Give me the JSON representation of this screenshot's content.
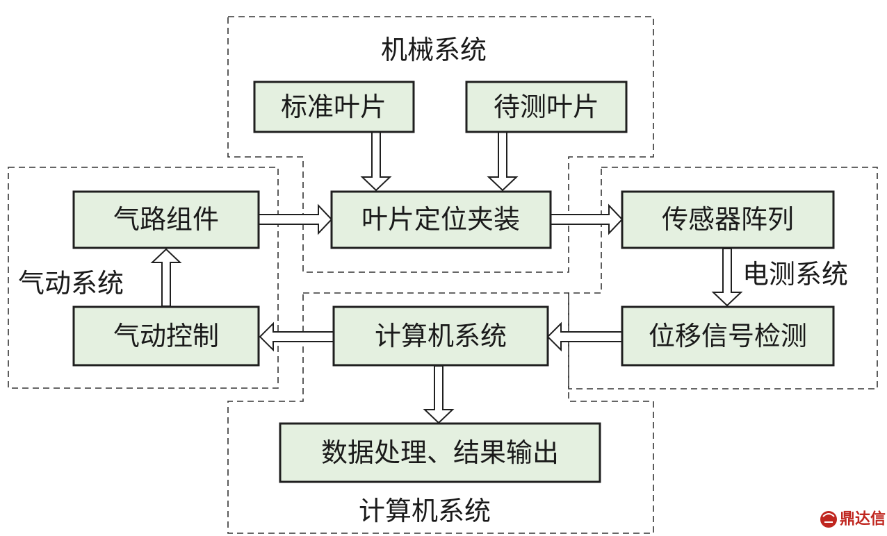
{
  "boxes": {
    "standard_blade": "标准叶片",
    "test_blade": "待测叶片",
    "gas_path": "气路组件",
    "clamping": "叶片定位夹装",
    "sensor_array": "传感器阵列",
    "pneumatic_control": "气动控制",
    "computer_system": "计算机系统",
    "displacement_detection": "位移信号检测",
    "data_output": "数据处理、结果输出"
  },
  "systems": {
    "mechanical": "机械系统",
    "pneumatic": "气动系统",
    "electrical": "电测系统",
    "computer": "计算机系统"
  },
  "watermark": "鼎达信",
  "watermark_icon": "logo-icon",
  "colors": {
    "box_fill": "#e4f0e0",
    "line": "#1f1f1f",
    "watermark": "#c0261f"
  }
}
